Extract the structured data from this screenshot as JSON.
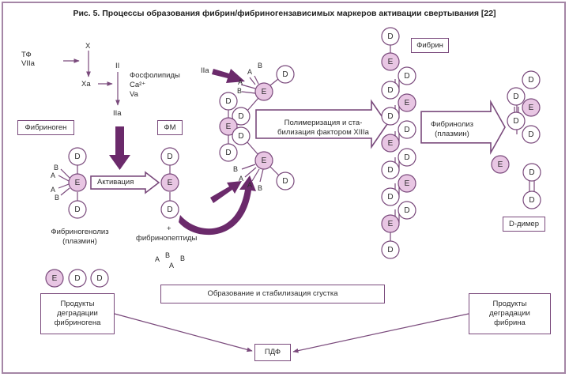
{
  "title": "Рис. 5. Процессы образования фибрин/фибриногензависимых маркеров активации свертывания [22]",
  "colors": {
    "accent": "#6b2a6b",
    "stroke": "#7a4a7c",
    "e_fill": "#e8c6e3",
    "frame": "#a586a6"
  },
  "cascade": {
    "tf": "ТФ",
    "vila": "VIIa",
    "x": "X",
    "xa": "Xa",
    "ii": "II",
    "cofactors": [
      "Фосфолипиды",
      "Ca²⁺",
      "Va"
    ],
    "iia": "IIa"
  },
  "labels": {
    "fibrinogen": "Фибриноген",
    "fm": "ФМ",
    "activation": "Активация",
    "fibrinogenolysis": [
      "Фибриногенолиз",
      "(плазмин)"
    ],
    "plus": "+",
    "fibrinopeptides": "фибринопептиды",
    "peptides": [
      "A",
      "B",
      "B",
      "A"
    ],
    "iia_top": "IIa",
    "polymerization": [
      "Полимеризация и ста-",
      "билизация фактором XIIIa"
    ],
    "fibrin": "Фибрин",
    "fibrinolysis": [
      "Фибринолиз",
      "(плазмин)"
    ],
    "d_dimer": "D-димер",
    "clot_formation": "Образование и стабилизация сгустка",
    "fdp_fibrinogen": [
      "Продукты",
      "деградации",
      "фибриногена"
    ],
    "fdp_fibrin": [
      "Продукты",
      "деградации",
      "фибрина"
    ],
    "pdf": "ПДФ"
  },
  "domains": {
    "d": "D",
    "e": "E",
    "a": "A",
    "b": "B"
  }
}
